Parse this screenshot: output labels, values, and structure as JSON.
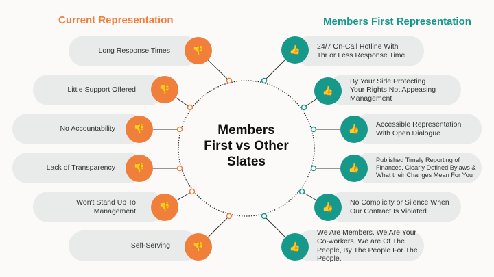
{
  "left_title": "Current  Representation",
  "right_title": "Members First Representation",
  "center_title": [
    "Members",
    "First vs Other",
    "Slates"
  ],
  "colors": {
    "current": "#f07f3c",
    "members_first": "#16998a",
    "pill": "#e9ebeb"
  },
  "icons": {
    "current": "thumbs-down-icon",
    "members_first": "thumbs-up-icon"
  },
  "current_items": [
    "Long Response Times",
    "Little Support Offered",
    "No Accountability",
    "Lack of Transparency",
    "Won't Stand Up To Management",
    "Self-Serving"
  ],
  "members_first_items": [
    "24/7 On-Call Hotline With 1hr or Less Response Time",
    "By Your Side Protecting Your Rights Not Appeasing Management",
    "Accessible Representation With Open Dialogue",
    "Published Timely Reporting of Finances, Clearly Defined Bylaws & What their Changes Mean For You",
    "No Complicity or Silence When Our Contract Is Violated",
    "We Are Members. We Are Your Co-workers. We are Of The People, By The People For The People."
  ]
}
